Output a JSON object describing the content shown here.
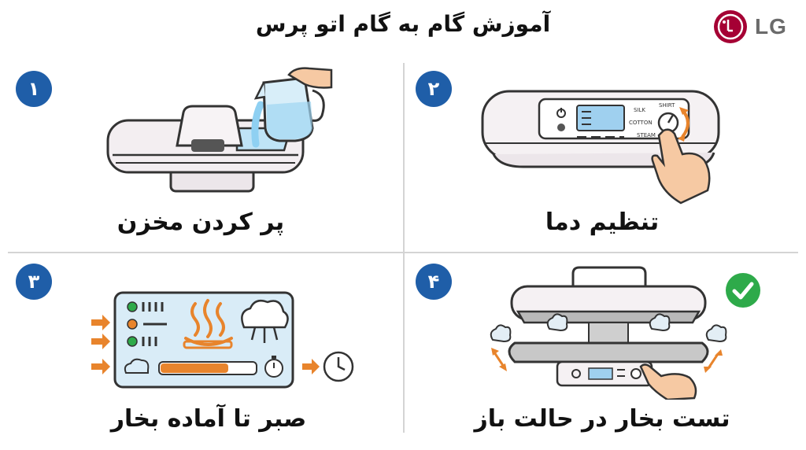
{
  "header": {
    "title": "آموزش گام به گام اتو پرس",
    "brand": "LG",
    "brand_color": "#a50034"
  },
  "steps": [
    {
      "number": "۱",
      "label": "پر کردن مخزن",
      "icon": "water-pitcher-icon"
    },
    {
      "number": "۲",
      "label": "تنظیم دما",
      "icon": "temperature-dial-icon"
    },
    {
      "number": "۳",
      "label": "صبر تا آماده بخار",
      "icon": "steam-ready-panel-icon"
    },
    {
      "number": "۴",
      "label": "تست بخار در حالت باز",
      "icon": "open-press-steam-icon"
    }
  ],
  "dial_labels": {
    "silk": "SILK",
    "shirt": "SHIRT",
    "cotton": "COTTON",
    "steam": "STEAM"
  },
  "colors": {
    "badge": "#1f5ea8",
    "accent_orange": "#e8842c",
    "check_green": "#2eaa4a",
    "panel_blue": "#d9ecf7"
  }
}
